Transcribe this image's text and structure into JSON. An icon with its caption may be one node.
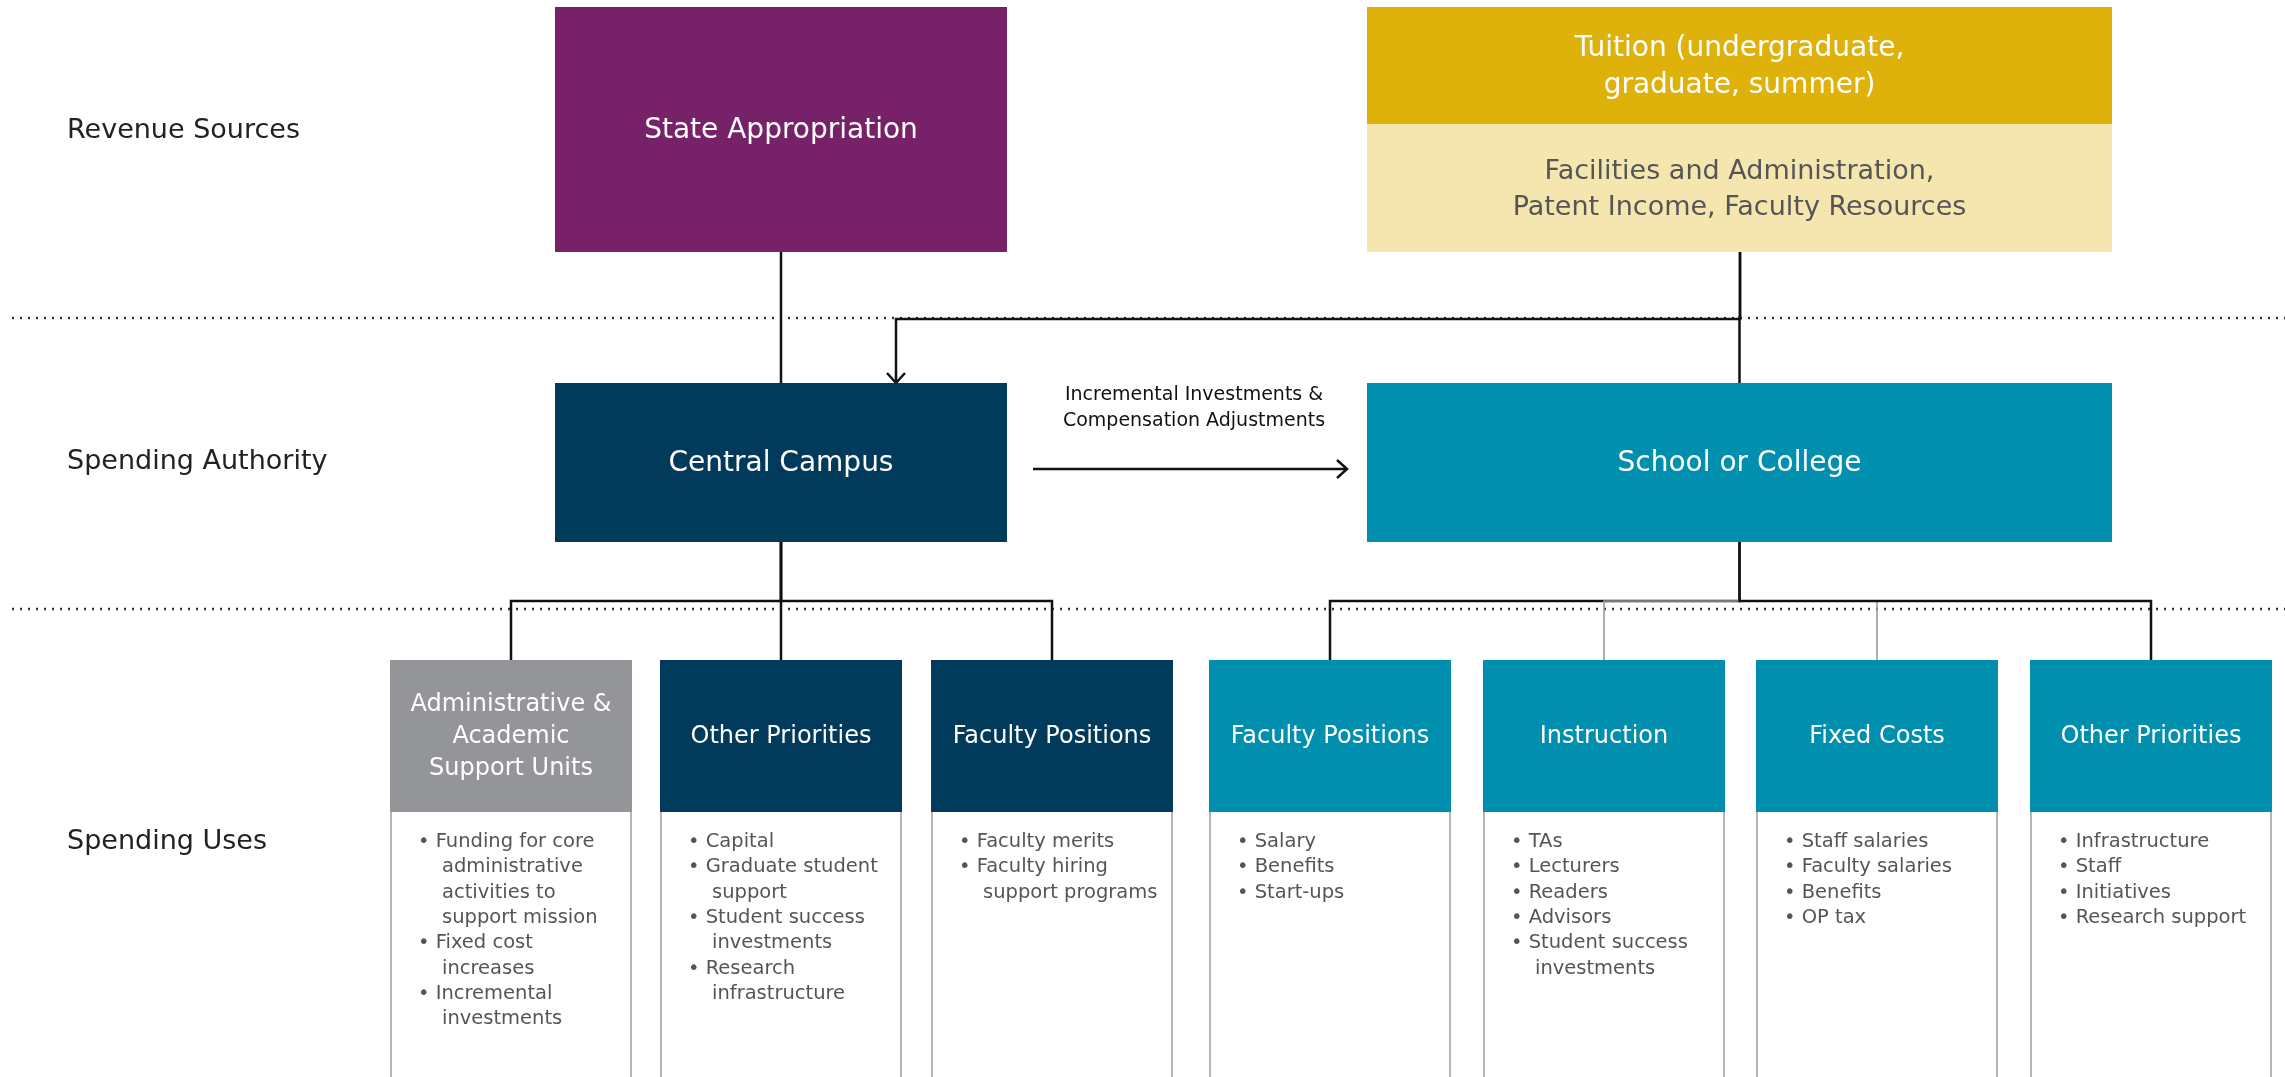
{
  "diagram": {
    "nodes": [
      {
        "text": [
          "State Appropriation"
        ]
      },
      {
        "text": [
          "Tuition (undergraduate, graduate, summer)",
          "Facilities and Administration, Patent Income, Faculty Resources"
        ]
      },
      {
        "text": [
          "Central Campus"
        ]
      },
      {
        "text": [
          "School or College"
        ]
      },
      {
        "text": [
          "Administrative & Academic Support Units",
          "• Funding for core administrative activities to support mission",
          "• Fixed cost increases",
          "• Incremental investments"
        ]
      },
      {
        "text": [
          "Other Priorities",
          "• Capital",
          "• Graduate student support",
          "• Student success investments",
          "• Research infrastructure"
        ]
      },
      {
        "text": [
          "Faculty Positions",
          "• Faculty merits",
          "• Faculty hiring support programs"
        ]
      },
      {
        "text": [
          "Faculty Positions",
          "• Salary",
          "• Benefits",
          "• Start-ups"
        ]
      },
      {
        "text": [
          "Instruction",
          "• TAs",
          "• Lecturers",
          "• Readers",
          "• Advisors",
          "• Student success investments"
        ]
      },
      {
        "text": [
          "Fixed Costs",
          "• Staff salaries",
          "• Faculty salaries",
          "• Benefits",
          "• OP tax"
        ]
      },
      {
        "text": [
          "Other Priorities",
          "• Infrastructure",
          "• Staff",
          "• Initiatives",
          "• Research support"
        ]
      }
    ],
    "edges": [
      {
        "from": 0,
        "to": 2,
        "arrow": "none"
      },
      {
        "from": 1,
        "to": 2,
        "arrow": "to"
      },
      {
        "from": 1,
        "to": 3,
        "arrow": "none"
      },
      {
        "from": 2,
        "to": 3,
        "arrow": "to",
        "label": "Incremental Investments & Compensation Adjustments"
      },
      {
        "from": 2,
        "to": 4,
        "arrow": "none"
      },
      {
        "from": 2,
        "to": 5,
        "arrow": "none"
      },
      {
        "from": 2,
        "to": 6,
        "arrow": "none"
      },
      {
        "from": 3,
        "to": 7,
        "arrow": "none"
      },
      {
        "from": 3,
        "to": 8,
        "arrow": "none",
        "color": "#9b9b9b"
      },
      {
        "from": 3,
        "to": 9,
        "arrow": "none",
        "color": "#9b9b9b"
      },
      {
        "from": 3,
        "to": 10,
        "arrow": "none"
      }
    ],
    "labels": [
      "Revenue Sources",
      "Spending Authority",
      "Spending Uses"
    ]
  }
}
